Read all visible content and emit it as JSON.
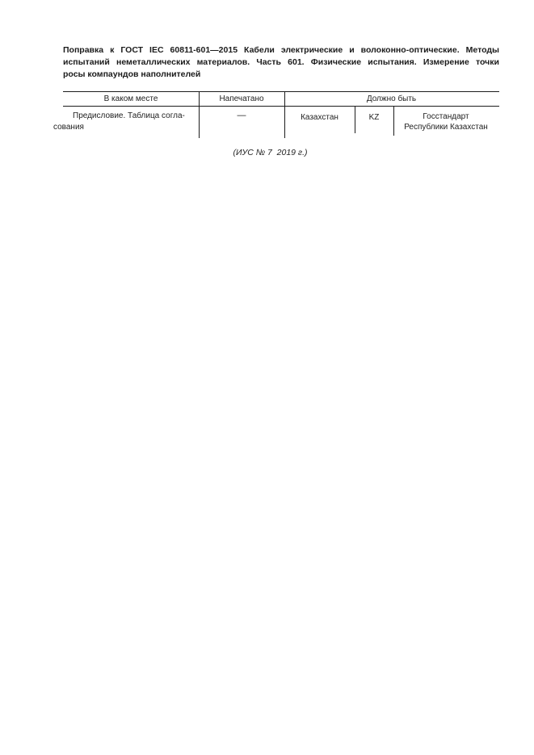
{
  "page": {
    "background": "#ffffff",
    "ink_color": "#1c1c1c"
  },
  "heading": {
    "lines": [
      "Поправка к ГОСТ IEC 60811-601—2015 Кабели электрические и волоконно-оптические. Методы",
      "испытаний неметаллических материалов. Часть 601. Физические испытания. Измерение точки",
      "росы компаундов наполнителей"
    ]
  },
  "correction_table": {
    "columns": {
      "place": "В каком месте",
      "printed": "Напечатано",
      "should_be": "Должно быть"
    },
    "row": {
      "place_lines": [
        "Предисловие. Таблица согла-",
        "сования"
      ],
      "printed": "—",
      "should_be_cells": {
        "country": "Казахстан",
        "code": "KZ",
        "authority_lines": [
          "Госстандарт",
          "Республики Казахстан"
        ]
      }
    }
  },
  "footer": {
    "source_note": "(ИУС № 7  2019 г.)"
  }
}
